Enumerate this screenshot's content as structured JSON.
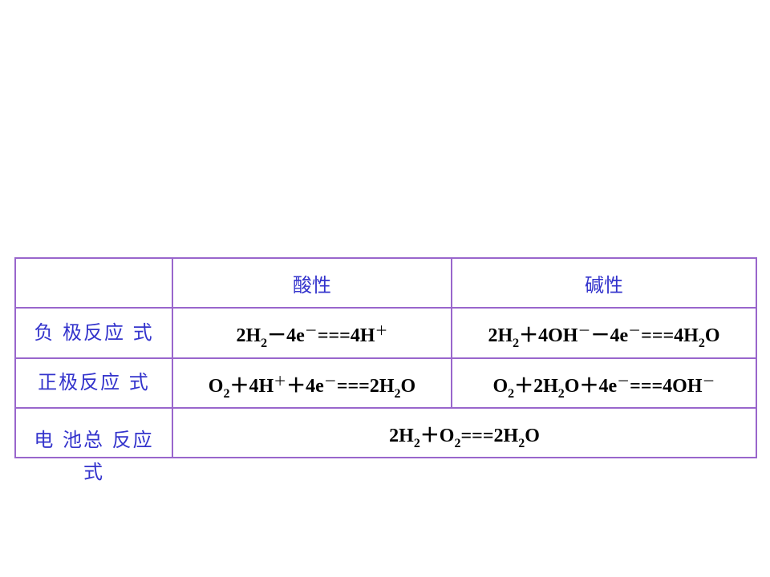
{
  "table": {
    "headers": [
      "",
      "酸性",
      "碱性"
    ],
    "rows": [
      {
        "label": "负 极反应 式",
        "acid": {
          "parts": [
            "2H",
            "2",
            "－4e",
            "－",
            "===4H",
            "＋"
          ]
        },
        "base": {
          "parts": [
            "2H",
            "2",
            "＋4OH",
            "－",
            "－4e",
            "－",
            "===4H",
            "2",
            "O"
          ]
        }
      },
      {
        "label": "正极反应 式",
        "acid": {
          "parts": [
            "O",
            "2",
            "＋4H",
            "＋",
            "＋4e",
            "－",
            "===2H",
            "2",
            "O"
          ]
        },
        "base": {
          "parts": [
            "O",
            "2",
            "＋2H",
            "2",
            "O＋4e",
            "－",
            "===4OH",
            "－"
          ]
        }
      },
      {
        "label_line1": "电 池总 反应",
        "label_line2": "式",
        "total": {
          "parts": [
            "2H",
            "2",
            "＋O",
            "2",
            "===2H",
            "2",
            "O"
          ]
        }
      }
    ]
  },
  "colors": {
    "border": "#9966cc",
    "label_text": "#3333cc",
    "equation_text": "#000000"
  }
}
